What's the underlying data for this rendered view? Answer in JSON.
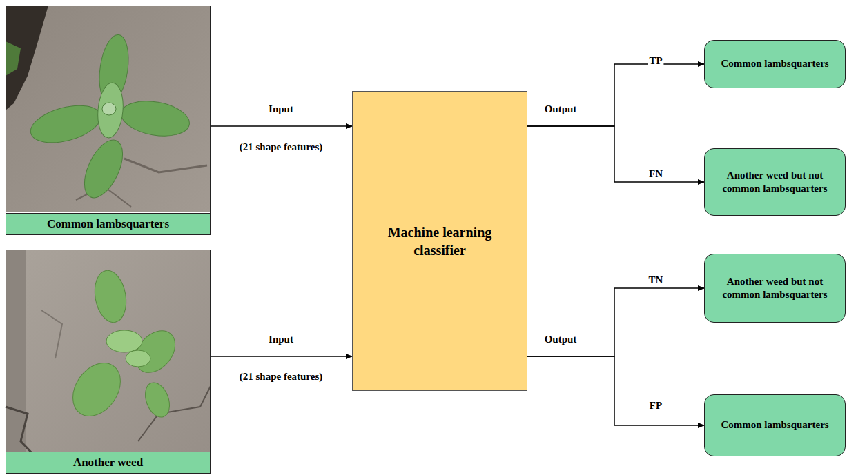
{
  "diagram": {
    "nodes": [
      {
        "text": [
          "Common lambsquarters"
        ]
      },
      {
        "text": [
          "Another weed"
        ]
      },
      {
        "text": [
          "Machine learning classifier"
        ]
      },
      {
        "text": [
          "Common lambsquarters"
        ]
      },
      {
        "text": [
          "Another weed but not common lambsquarters"
        ]
      },
      {
        "text": [
          "Another weed but not common lambsquarters"
        ]
      },
      {
        "text": [
          "Common lambsquarters"
        ]
      }
    ],
    "edges": [
      {
        "from": 0,
        "to": 2,
        "label": "Input",
        "arrow": "to"
      },
      {
        "from": 1,
        "to": 2,
        "label": "Input",
        "arrow": "to"
      },
      {
        "from": 2,
        "to": 3,
        "label": "TP",
        "arrow": "to"
      },
      {
        "from": 2,
        "to": 4,
        "label": "FN",
        "arrow": "to"
      },
      {
        "from": 2,
        "to": 5,
        "label": "TN",
        "arrow": "to"
      },
      {
        "from": 2,
        "to": 6,
        "label": "FP",
        "arrow": "to"
      }
    ],
    "labels": [
      "(21 shape features)",
      "Output",
      "(21 shape features)",
      "Output"
    ]
  }
}
